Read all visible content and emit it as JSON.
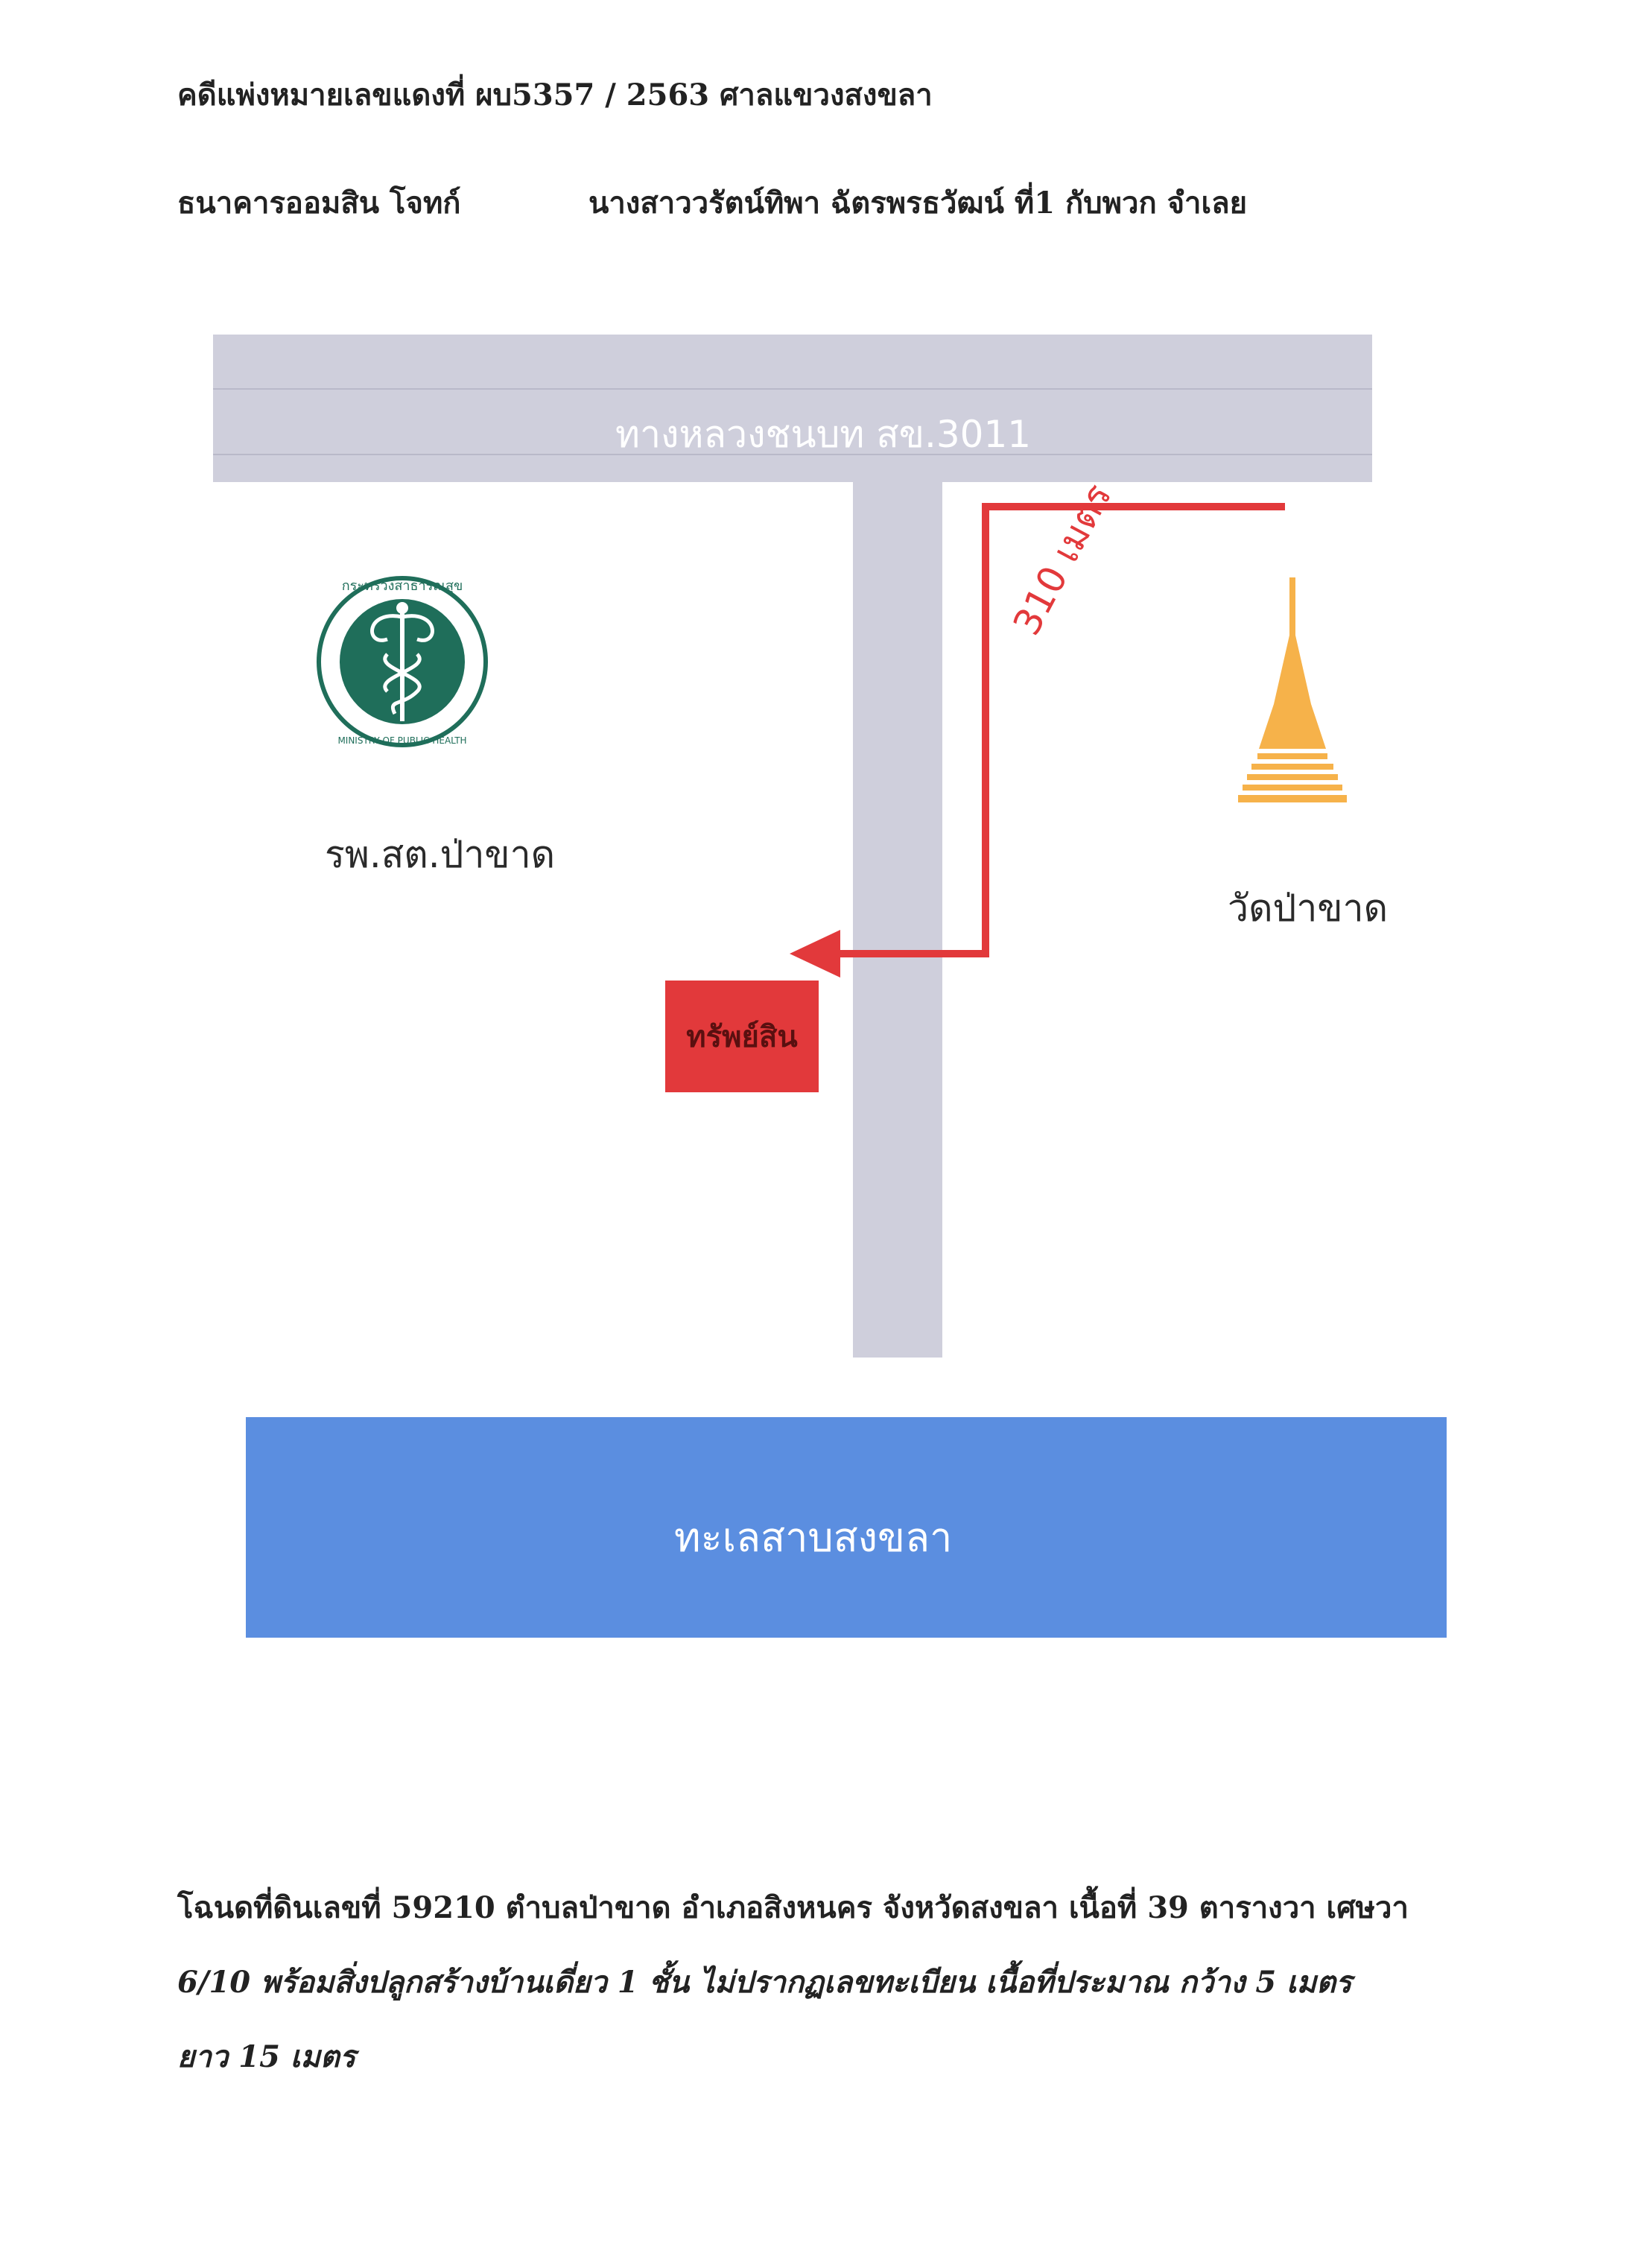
{
  "header": {
    "case_line": "คดีแพ่งหมายเลขแดงที่ ผบ5357 / 2563 ศาลแขวงสงขลา",
    "plaintiff": "ธนาคารออมสิน โจทก์",
    "defendant": "นางสาววรัตน์ทิพา ฉัตรพรธวัฒน์ ที่1 กับพวก จำเลย"
  },
  "map": {
    "highway_label": "ทางหลวงชนบท สข.3011",
    "sea_label": "ทะเลสาบสงขลา",
    "distance_label": "310 เมตร",
    "property_label": "ทรัพย์สิน",
    "health_center_label": "รพ.สต.ป่าขาด",
    "temple_label": "วัดป่าขาด",
    "logo": {
      "icon": "ministry-of-public-health-logo",
      "thai_text": "กระทรวงสาธารณสุข",
      "english_text": "MINISTRY OF PUBLIC HEALTH"
    },
    "colors": {
      "road": "#cfcfdc",
      "sea": "#5b8ee0",
      "route": "#e2393b",
      "property": "#e2393b",
      "temple": "#f6b24a",
      "logo": "#1f6e5a"
    }
  },
  "description": {
    "line1": "โฉนดที่ดินเลขที่ 59210 ตำบลป่าขาด อำเภอสิงหนคร จังหวัดสงขลา เนื้อที่ 39 ตารางวา เศษวา",
    "line2": "6/10 พร้อมสิ่งปลูกสร้างบ้านเดี่ยว 1 ชั้น ไม่ปรากฏเลขทะเบียน เนื้อที่ประมาณ กว้าง 5 เมตร",
    "line3": "ยาว 15 เมตร"
  }
}
